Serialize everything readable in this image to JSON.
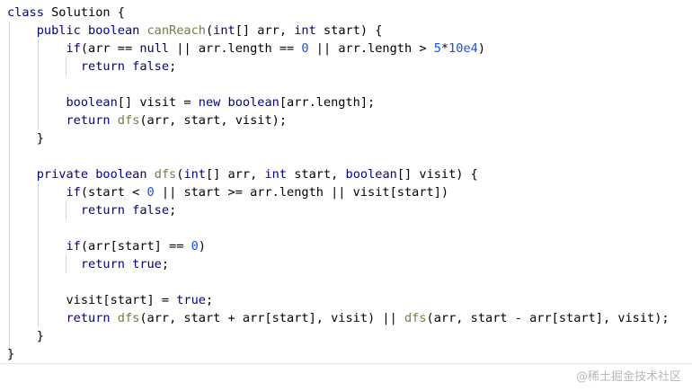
{
  "colors": {
    "keyword": "#00008B",
    "method": "#7A7A43",
    "number": "#1750EB",
    "plain": "#000000",
    "indent_guide": "#D7D7D7",
    "background": "#FFFFFF"
  },
  "code_lines": [
    [
      {
        "t": "class ",
        "k": "keyword"
      },
      {
        "t": "Solution {",
        "k": "plain"
      }
    ],
    [
      {
        "t": "    public boolean ",
        "k": "keyword"
      },
      {
        "t": "canReach",
        "k": "method"
      },
      {
        "t": "(",
        "k": "plain"
      },
      {
        "t": "int",
        "k": "keyword"
      },
      {
        "t": "[] arr, ",
        "k": "plain"
      },
      {
        "t": "int",
        "k": "keyword"
      },
      {
        "t": " start) {",
        "k": "plain"
      }
    ],
    [
      {
        "t": "        if",
        "k": "keyword"
      },
      {
        "t": "(arr == ",
        "k": "plain"
      },
      {
        "t": "null",
        "k": "keyword"
      },
      {
        "t": " || arr.length == ",
        "k": "plain"
      },
      {
        "t": "0",
        "k": "number"
      },
      {
        "t": " || arr.length > ",
        "k": "plain"
      },
      {
        "t": "5",
        "k": "number"
      },
      {
        "t": "*",
        "k": "plain"
      },
      {
        "t": "10e4",
        "k": "number"
      },
      {
        "t": ")",
        "k": "plain"
      }
    ],
    [
      {
        "t": "          return false",
        "k": "keyword"
      },
      {
        "t": ";",
        "k": "plain"
      }
    ],
    [],
    [
      {
        "t": "        boolean",
        "k": "keyword"
      },
      {
        "t": "[] visit = ",
        "k": "plain"
      },
      {
        "t": "new boolean",
        "k": "keyword"
      },
      {
        "t": "[arr.length];",
        "k": "plain"
      }
    ],
    [
      {
        "t": "        return ",
        "k": "keyword"
      },
      {
        "t": "dfs",
        "k": "method"
      },
      {
        "t": "(arr, start, visit);",
        "k": "plain"
      }
    ],
    [
      {
        "t": "    }",
        "k": "plain"
      }
    ],
    [],
    [
      {
        "t": "    private boolean ",
        "k": "keyword"
      },
      {
        "t": "dfs",
        "k": "method"
      },
      {
        "t": "(",
        "k": "plain"
      },
      {
        "t": "int",
        "k": "keyword"
      },
      {
        "t": "[] arr, ",
        "k": "plain"
      },
      {
        "t": "int",
        "k": "keyword"
      },
      {
        "t": " start, ",
        "k": "plain"
      },
      {
        "t": "boolean",
        "k": "keyword"
      },
      {
        "t": "[] visit) {",
        "k": "plain"
      }
    ],
    [
      {
        "t": "        if",
        "k": "keyword"
      },
      {
        "t": "(start < ",
        "k": "plain"
      },
      {
        "t": "0",
        "k": "number"
      },
      {
        "t": " || start >= arr.length || visit[start])",
        "k": "plain"
      }
    ],
    [
      {
        "t": "          return false",
        "k": "keyword"
      },
      {
        "t": ";",
        "k": "plain"
      }
    ],
    [],
    [
      {
        "t": "        if",
        "k": "keyword"
      },
      {
        "t": "(arr[start] == ",
        "k": "plain"
      },
      {
        "t": "0",
        "k": "number"
      },
      {
        "t": ")",
        "k": "plain"
      }
    ],
    [
      {
        "t": "          return true",
        "k": "keyword"
      },
      {
        "t": ";",
        "k": "plain"
      }
    ],
    [],
    [
      {
        "t": "        visit[start] = ",
        "k": "plain"
      },
      {
        "t": "true",
        "k": "keyword"
      },
      {
        "t": ";",
        "k": "plain"
      }
    ],
    [
      {
        "t": "        return ",
        "k": "keyword"
      },
      {
        "t": "dfs",
        "k": "method"
      },
      {
        "t": "(arr, start + arr[start], visit) || ",
        "k": "plain"
      },
      {
        "t": "dfs",
        "k": "method"
      },
      {
        "t": "(arr, start - arr[start], visit);",
        "k": "plain"
      }
    ],
    [
      {
        "t": "    }",
        "k": "plain"
      }
    ],
    [
      {
        "t": "}",
        "k": "plain"
      }
    ]
  ],
  "watermark": "@稀土掘金技术社区"
}
